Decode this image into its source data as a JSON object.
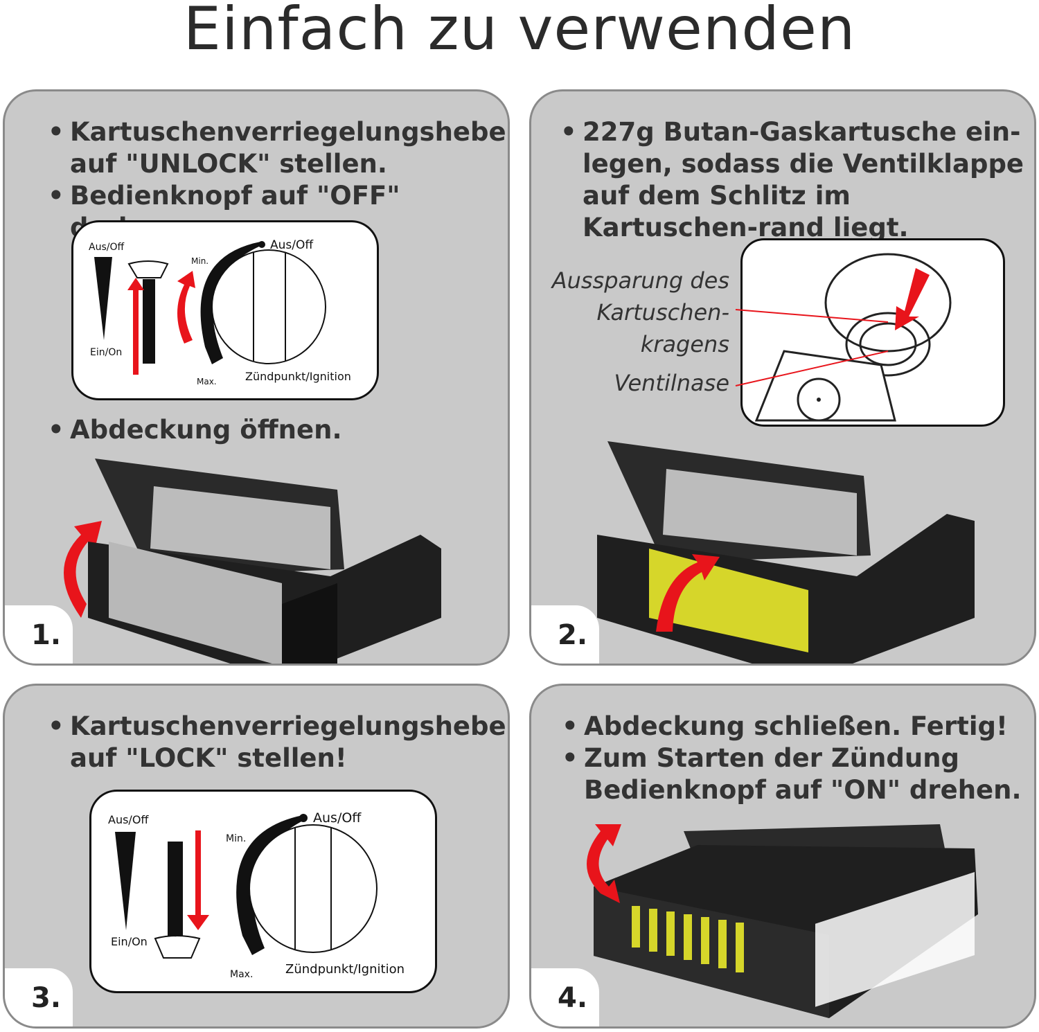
{
  "title": "Einfach zu verwenden",
  "colors": {
    "panel": "#c9c9c9",
    "border": "#8a8a8a",
    "arrow": "#e8141b",
    "text": "#333333"
  },
  "steps": [
    {
      "number": "1.",
      "bullets": [
        "Kartuschenverriegelungshebel auf \"UNLOCK\" stellen.",
        "Bedienknopf auf \"OFF\" drehen."
      ],
      "bullet2": "Abdeckung öffnen.",
      "dial": {
        "lever_top": "Aus/Off",
        "lever_bottom": "Ein/On",
        "off": "Aus/Off",
        "min": "Min.",
        "max": "Max.",
        "ignition": "Zündpunkt/Ignition",
        "lever_state": "unlock"
      }
    },
    {
      "number": "2.",
      "bullets": [
        "227g Butan-Gaskartusche ein-legen, sodass die Ventilklappe auf dem Schlitz im Kartuschen-rand liegt."
      ],
      "labels": {
        "recess": [
          "Aussparung des",
          "Kartuschen-",
          "kragens"
        ],
        "valve": "Ventilnase"
      }
    },
    {
      "number": "3.",
      "bullets": [
        "Kartuschenverriegelungshebel auf \"LOCK\" stellen!"
      ],
      "dial": {
        "lever_top": "Aus/Off",
        "lever_bottom": "Ein/On",
        "off": "Aus/Off",
        "min": "Min.",
        "max": "Max.",
        "ignition": "Zündpunkt/Ignition",
        "lever_state": "lock"
      }
    },
    {
      "number": "4.",
      "bullets": [
        "Abdeckung schließen. Fertig!",
        "Zum Starten der Zündung Bedienknopf auf \"ON\" drehen."
      ]
    }
  ]
}
